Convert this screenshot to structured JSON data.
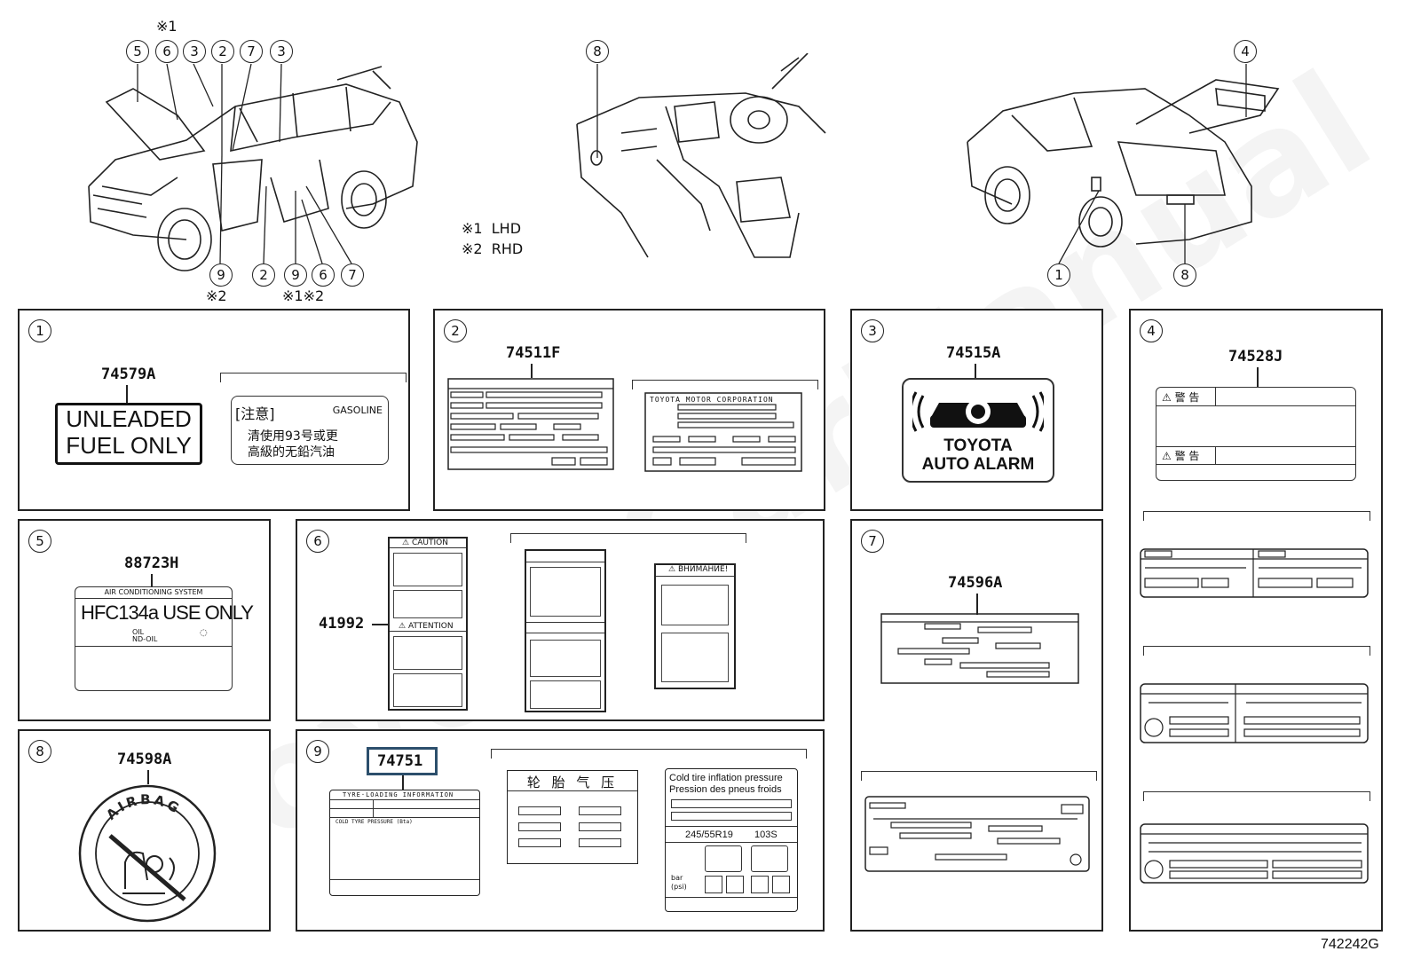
{
  "notes": {
    "lhd_mark": "※1",
    "lhd_text": "LHD",
    "rhd_mark": "※2",
    "rhd_text": "RHD",
    "star1": "※1",
    "star2": "※2",
    "star12": "※1※2"
  },
  "diagram_code": "742242G",
  "watermark": "ToyotaCarManual",
  "callouts": {
    "c1": "1",
    "c2": "2",
    "c3": "3",
    "c4": "4",
    "c5": "5",
    "c6": "6",
    "c7": "7",
    "c8": "8",
    "c9": "9"
  },
  "panels": {
    "p1": {
      "num": "1",
      "part": "74579A",
      "label_line1": "UNLEADED",
      "label_line2": "FUEL ONLY",
      "alt_title": "[注意]",
      "alt_sub": "GASOLINE",
      "alt_line1": "清使用93号或更",
      "alt_line2": "高級的无鉛汽油"
    },
    "p2": {
      "num": "2",
      "part": "74511F",
      "label_head": "TOYOTA MOTOR CORPORATION"
    },
    "p3": {
      "num": "3",
      "part": "74515A",
      "alarm1": "TOYOTA",
      "alarm2": "AUTO ALARM"
    },
    "p4": {
      "num": "4",
      "part": "74528J",
      "warn": "警 告"
    },
    "p5": {
      "num": "5",
      "part": "88723H",
      "ac_head": "AIR CONDITIONING SYSTEM",
      "ac_main": "HFC134a USE ONLY",
      "ac_oil": "OIL",
      "ac_oil2": "ND-OIL"
    },
    "p6": {
      "num": "6",
      "part": "41992",
      "caution": "CAUTION",
      "attention": "ATTENTION",
      "vnimanie": "ВНИМАНИЕ!"
    },
    "p7": {
      "num": "7",
      "part": "74596A"
    },
    "p8": {
      "num": "8",
      "part": "74598A",
      "airbag": "AIRBAG"
    },
    "p9": {
      "num": "9",
      "part": "74751",
      "tire_head": "TYRE·LOADING INFORMATION",
      "tire_cold": "COLD TYRE PRESSURE (Bta)",
      "cn_title": "轮 胎 气 压",
      "cold1": "Cold tire inflation pressure",
      "cold2": "Pression des pneus froids",
      "size": "245/55R19",
      "load": "103S",
      "bar": "bar",
      "psi": "(psi)"
    }
  },
  "colors": {
    "line": "#222222",
    "highlight": "#2c4f6c"
  }
}
